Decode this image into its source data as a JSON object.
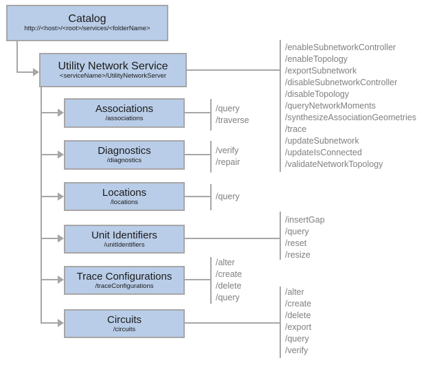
{
  "diagram": {
    "title_hint": "REST resource hierarchy of a Utility Network Service",
    "colors": {
      "box_fill": "#b9cde8",
      "box_border": "#a6a6a6",
      "connector_line": "#a6a6a6",
      "operation_text": "#7f7f7f",
      "box_text": "#1a1a1a"
    },
    "catalog": {
      "title": "Catalog",
      "subtitle": "http://<host>/<root>/services/<folderName>"
    },
    "service": {
      "title": "Utility Network Service",
      "subtitle": "<serviceName>/UtilityNetworkServer",
      "operations": [
        "/enableSubnetworkController",
        "/enableTopology",
        "/exportSubnetwork",
        "/disableSubnetworkController",
        "/disableTopology",
        "/queryNetworkMoments",
        "/synthesizeAssociationGeometries",
        "/trace",
        "/updateSubnetwork",
        "/updateIsConnected",
        "/validateNetworkTopology"
      ]
    },
    "resources": [
      {
        "title": "Associations",
        "subtitle": "/associations",
        "operations": [
          "/query",
          "/traverse"
        ]
      },
      {
        "title": "Diagnostics",
        "subtitle": "/diagnostics",
        "operations": [
          "/verify",
          "/repair"
        ]
      },
      {
        "title": "Locations",
        "subtitle": "/locations",
        "operations": [
          "/query"
        ]
      },
      {
        "title": "Unit Identifiers",
        "subtitle": "/unitIdentifiers",
        "operations": [
          "/insertGap",
          "/query",
          "/reset",
          "/resize"
        ]
      },
      {
        "title": "Trace Configurations",
        "subtitle": "/traceConfigurations",
        "operations": [
          "/alter",
          "/create",
          "/delete",
          "/query"
        ]
      },
      {
        "title": "Circuits",
        "subtitle": "/circuits",
        "operations": [
          "/alter",
          "/create",
          "/delete",
          "/export",
          "/query",
          "/verify"
        ]
      }
    ]
  }
}
